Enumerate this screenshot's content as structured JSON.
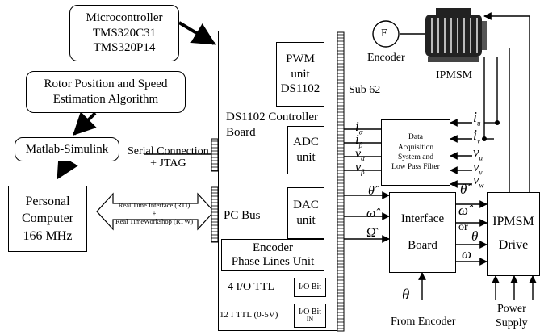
{
  "blocks": {
    "microcontroller": [
      "Microcontroller",
      "TMS320C31",
      "TMS320P14"
    ],
    "rotor_estimation": [
      "Rotor Position and Speed",
      "Estimation Algorithm"
    ],
    "matlab": "Matlab-Simulink",
    "pc": [
      "Personal",
      "Computer",
      "166 MHz"
    ],
    "controller_board": [
      "DS1102 Controller",
      "Board"
    ],
    "pwm": [
      "PWM",
      "unit",
      "DS1102"
    ],
    "adc": [
      "ADC",
      "unit"
    ],
    "dac": [
      "DAC",
      "unit"
    ],
    "encoder_unit": [
      "Encoder",
      "Phase Lines Unit"
    ],
    "io_bit": "I/O Bit",
    "io_bit_in": [
      "I/O Bit",
      "IN"
    ],
    "daq": [
      "Data",
      "Acquisition",
      "System and",
      "Low Pass Filter"
    ],
    "interface": [
      "Interface",
      "Board"
    ],
    "drive": [
      "IPMSM",
      "Drive"
    ]
  },
  "labels": {
    "sub62": "Sub 62",
    "serial": [
      "Serial Connection",
      "+ JTAG"
    ],
    "rti": [
      "Real Time Interface (RTI)",
      "+",
      "Real TimeWorkshop (RTW)"
    ],
    "pc_bus": "PC Bus",
    "io_ttl": "4 I/O TTL",
    "i_ttl": "12 I TTL (0-5V)",
    "encoder": "Encoder",
    "encoder_letter": "E",
    "motor": "IPMSM",
    "from_encoder": "From Encoder",
    "power_supply": [
      "Power",
      "Supply"
    ],
    "or": "or"
  },
  "symbols": {
    "adc_inputs": [
      "i",
      "α",
      "i",
      "β",
      "v",
      "α",
      "v",
      "β"
    ],
    "measured": [
      "i",
      "u",
      "i",
      "v",
      "v",
      "u",
      "v",
      "v",
      "v",
      "w"
    ],
    "dac_outputs": [
      "θ̂",
      "ω̂",
      "Ω̂"
    ],
    "drive_inputs": [
      "θ̂",
      "ω̂",
      "θ",
      "ω"
    ],
    "theta": "θ"
  }
}
